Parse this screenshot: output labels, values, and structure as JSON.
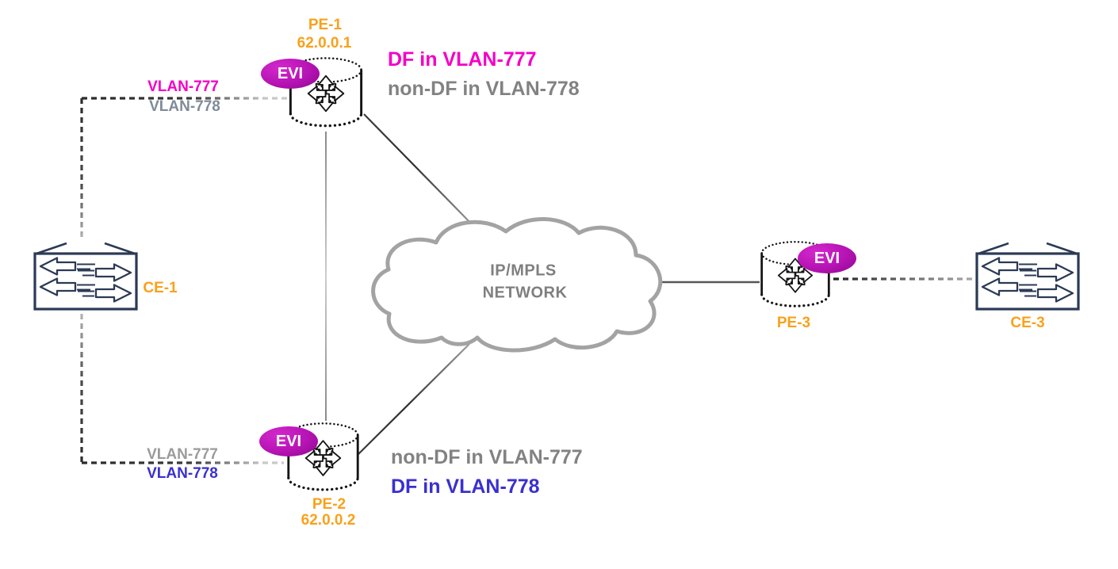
{
  "nodes": {
    "pe1": {
      "name": "PE-1",
      "ip": "62.0.0.1",
      "evi": "EVI"
    },
    "pe2": {
      "name": "PE-2",
      "ip": "62.0.0.2",
      "evi": "EVI"
    },
    "pe3": {
      "name": "PE-3",
      "evi": "EVI"
    },
    "ce1": {
      "name": "CE-1"
    },
    "ce3": {
      "name": "CE-3"
    }
  },
  "cloud": {
    "line1": "IP/MPLS",
    "line2": "NETWORK"
  },
  "annotations": {
    "pe1_df": "DF in VLAN-777",
    "pe1_nondf": "non-DF in VLAN-778",
    "pe2_nondf": "non-DF in VLAN-777",
    "pe2_df": "DF in VLAN-778"
  },
  "links": {
    "ce1_pe1": {
      "vlan_upper": "VLAN-777",
      "vlan_lower": "VLAN-778"
    },
    "ce1_pe2": {
      "vlan_upper": "VLAN-777",
      "vlan_lower": "VLAN-778"
    }
  },
  "colors": {
    "orange": "#F9A11B",
    "magenta": "#F400C6",
    "blue": "#3A30CF",
    "gray": "#828282",
    "evi_purple": "#A90FA9",
    "cloud_gray": "#A3A3A3",
    "switch_navy": "#2B3A55"
  }
}
